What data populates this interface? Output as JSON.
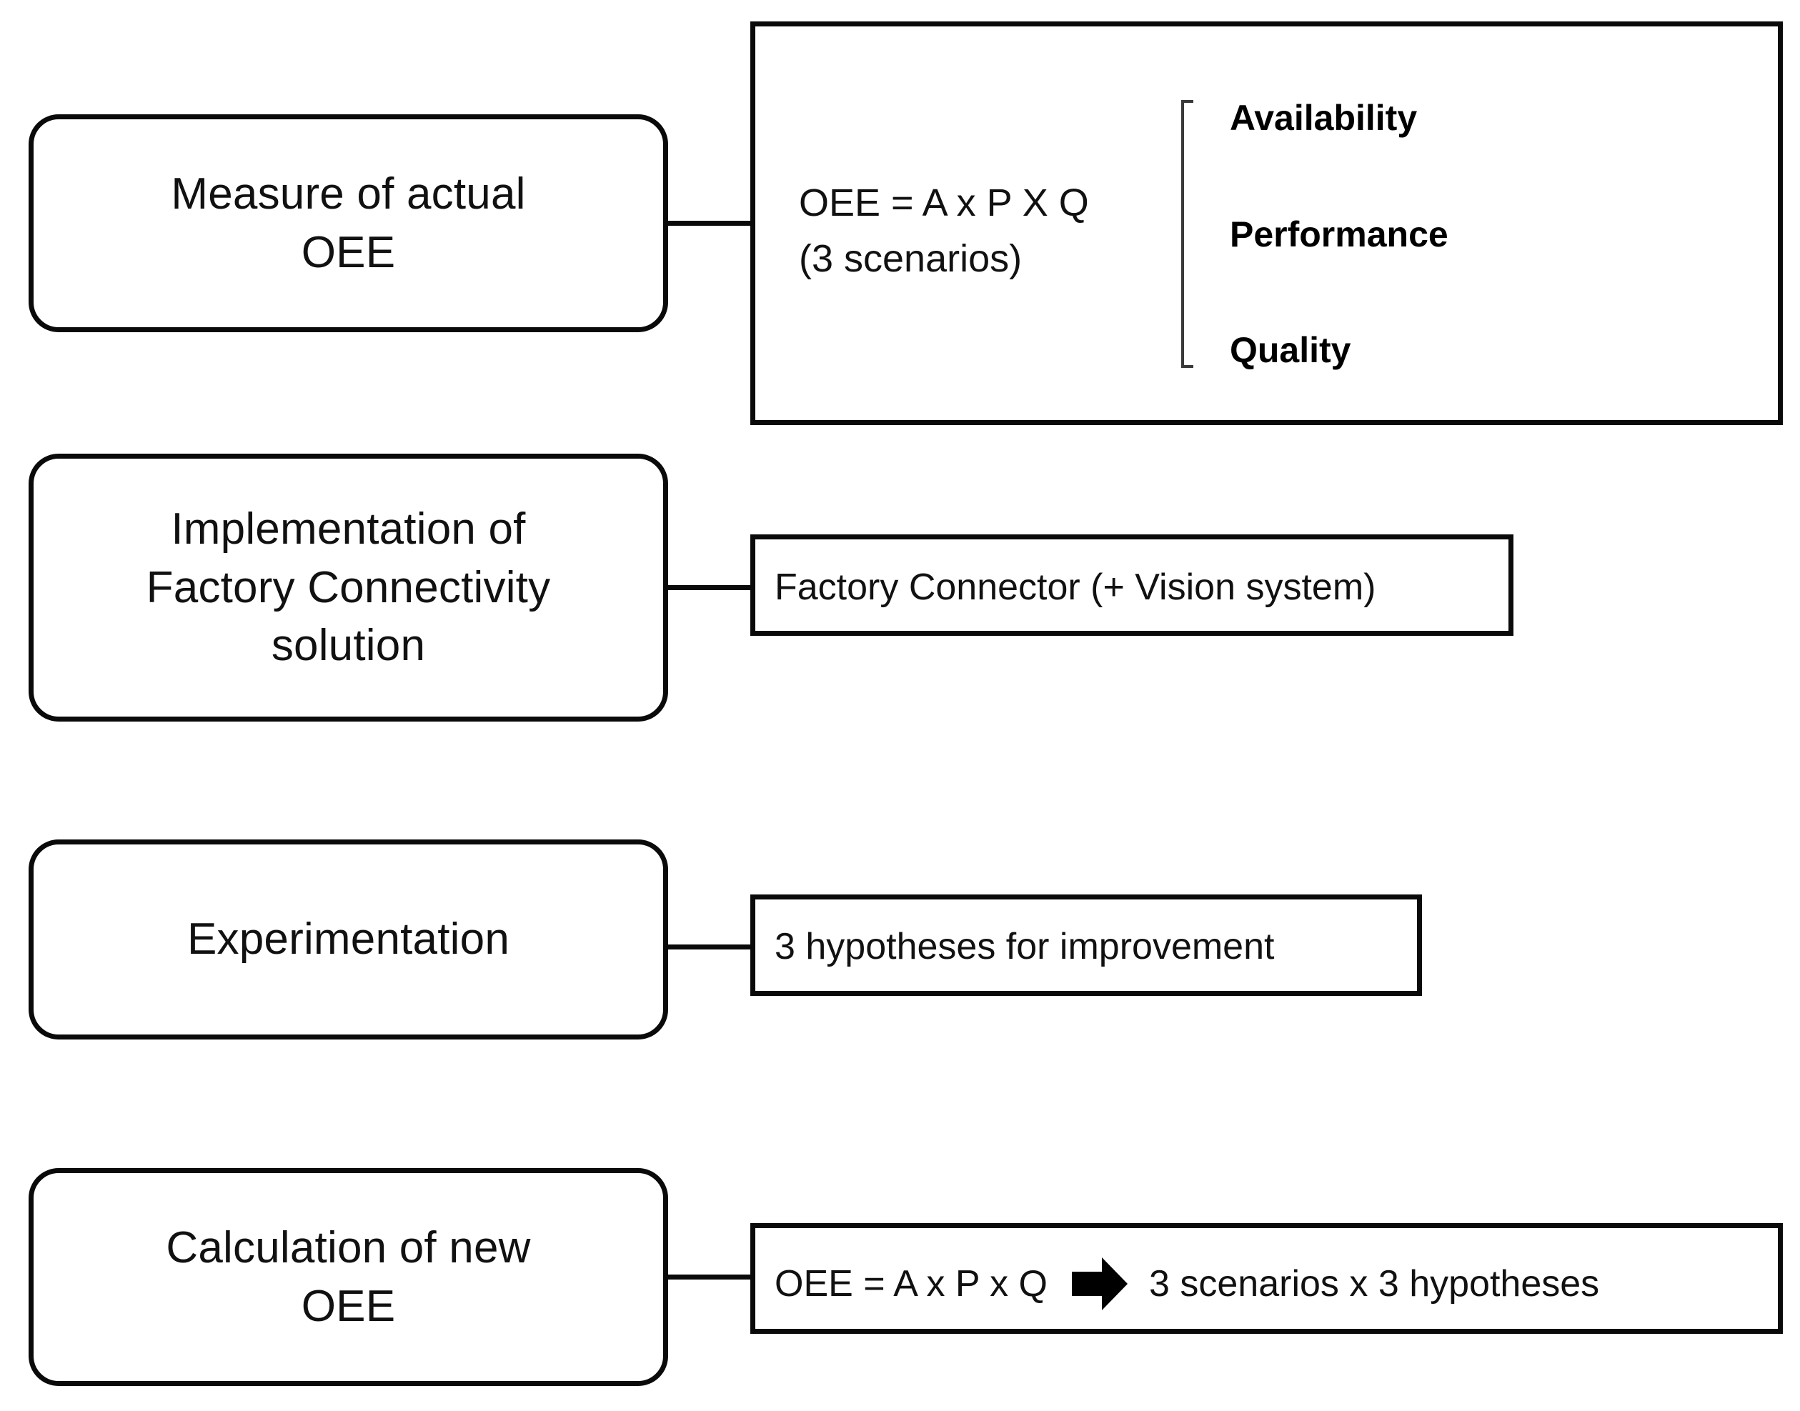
{
  "diagram": {
    "title": "OEE improvement methodology flow",
    "colors": {
      "stroke": "#0a0a0a",
      "bracket": "#3a3a3a",
      "background": "#ffffff",
      "text": "#111111"
    },
    "steps": [
      {
        "step_label": "Measure of actual\nOEE",
        "detail_formula": "OEE = A x P X Q\n(3 scenarios)",
        "bracket_items": [
          "Availability",
          "Performance",
          "Quality"
        ]
      },
      {
        "step_label": "Implementation of\nFactory Connectivity\nsolution",
        "detail_text": "Factory Connector (+ Vision system)"
      },
      {
        "step_label": "Experimentation",
        "detail_text": "3 hypotheses for improvement"
      },
      {
        "step_label": "Calculation of new\nOEE",
        "detail_left": "OEE = A x P x Q",
        "detail_arrow_icon": "right-block-arrow",
        "detail_right": "3 scenarios x 3 hypotheses"
      }
    ]
  }
}
